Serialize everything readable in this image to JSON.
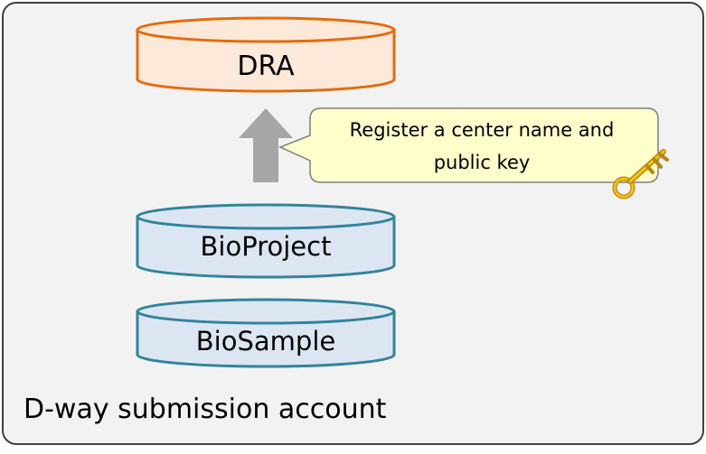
{
  "diagram": {
    "databases": {
      "dra": {
        "label": "DRA",
        "fill": "#fde9d9",
        "stroke": "#e46c0a"
      },
      "bioproject": {
        "label": "BioProject",
        "fill": "#dce6f2",
        "stroke": "#31849b"
      },
      "biosample": {
        "label": "BioSample",
        "fill": "#dce6f2",
        "stroke": "#31849b"
      }
    },
    "arrow": {
      "color": "#a6a6a6"
    },
    "callout": {
      "text": "Register a center name and public key",
      "fill": "#ffffcc",
      "icon": "key-icon"
    },
    "account": {
      "label": "D-way submission account",
      "background": "#f2f2f2"
    }
  }
}
